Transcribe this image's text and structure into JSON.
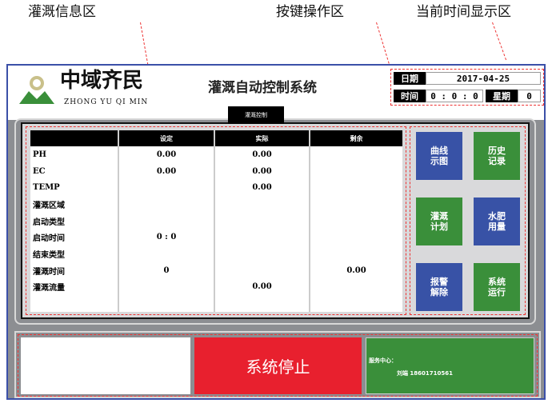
{
  "annotations": {
    "info_area": "灌溉信息区",
    "key_area": "按键操作区",
    "time_area": "当前时间显示区"
  },
  "header": {
    "logo_cn": "中域齐民",
    "logo_en": "ZHONG YU QI MIN",
    "title": "灌溉自动控制系统",
    "date_label": "日期",
    "date_value": "2017-04-25",
    "time_label": "时间",
    "time_value": "0 : 0 : 0",
    "week_label": "星期",
    "week_value": "0"
  },
  "tab_label": "灌溉控制",
  "table": {
    "columns": [
      "",
      "设定",
      "实际",
      "剩余"
    ],
    "rows": [
      [
        "PH",
        "0.00",
        "0.00",
        ""
      ],
      [
        "EC",
        "0.00",
        "0.00",
        ""
      ],
      [
        "TEMP",
        "",
        "0.00",
        ""
      ],
      [
        "灌溉区域",
        "",
        "",
        ""
      ],
      [
        "启动类型",
        "",
        "",
        ""
      ],
      [
        "启动时间",
        "0 : 0",
        "",
        ""
      ],
      [
        "结束类型",
        "",
        "",
        ""
      ],
      [
        "灌溉时间",
        "0",
        "",
        "0.00"
      ],
      [
        "灌溉流量",
        "",
        "0.00",
        ""
      ]
    ]
  },
  "buttons": [
    {
      "label": "曲线示图",
      "color": "#3852a6"
    },
    {
      "label": "历史记录",
      "color": "#3a8f3a"
    },
    {
      "label": "灌溉计划",
      "color": "#3a8f3a"
    },
    {
      "label": "水肥用量",
      "color": "#3852a6"
    },
    {
      "label": "报警解除",
      "color": "#3852a6"
    },
    {
      "label": "系统运行",
      "color": "#3a8f3a"
    }
  ],
  "bottom": {
    "stop_label": "系统停止",
    "service_title": "服务中心：",
    "service_contact": "刘端  18601710561"
  }
}
